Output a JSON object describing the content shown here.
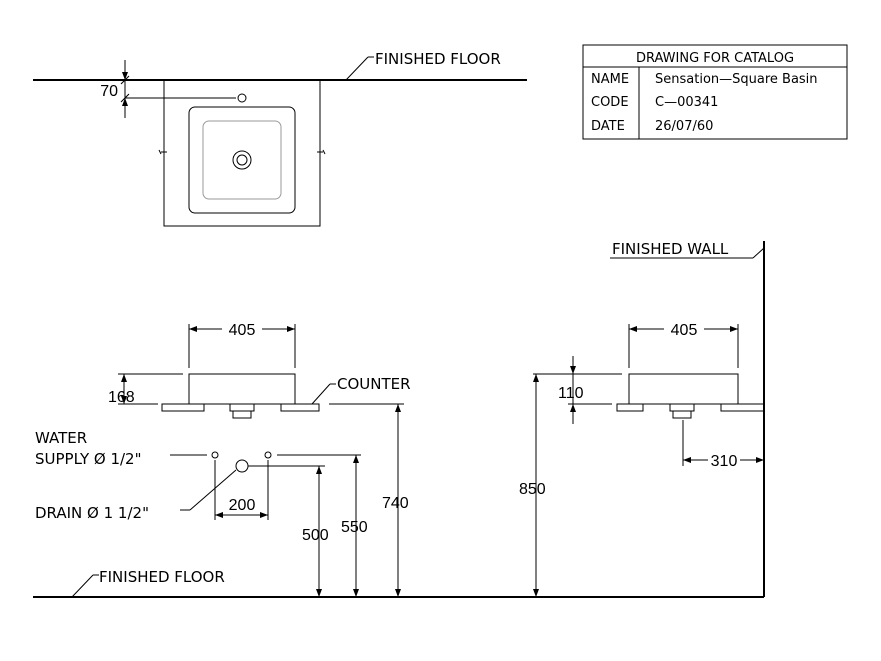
{
  "title_block": {
    "heading": "DRAWING FOR CATALOG",
    "rows": [
      {
        "label": "NAME",
        "value": "Sensation—Square Basin"
      },
      {
        "label": "CODE",
        "value": "C—00341"
      },
      {
        "label": "DATE",
        "value": "26/07/60"
      }
    ]
  },
  "plan_view": {
    "finished_floor_label": "FINISHED FLOOR",
    "offset_dim": "70"
  },
  "front_view": {
    "width_dim": "405",
    "height_dim": "168",
    "counter_label": "COUNTER",
    "water_supply_label_line1": "WATER",
    "water_supply_label_line2": "SUPPLY Ø 1/2\"",
    "drain_label": "DRAIN Ø 1 1/2\"",
    "supply_spacing_dim": "200",
    "drain_height_dim": "500",
    "supply_height_dim": "550",
    "counter_height_dim": "740",
    "finished_floor_label": "FINISHED FLOOR"
  },
  "side_view": {
    "finished_wall_label": "FINISHED WALL",
    "width_dim": "405",
    "above_counter_dim": "110",
    "wall_offset_dim": "310",
    "rim_height_dim": "850"
  }
}
